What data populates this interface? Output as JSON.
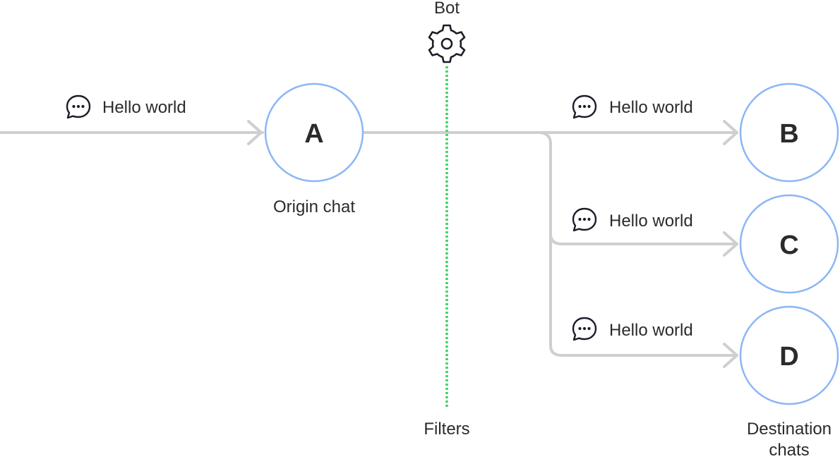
{
  "bot": {
    "label": "Bot",
    "icon": "gear-icon"
  },
  "filters": {
    "label": "Filters",
    "line_color": "#3fcf5f"
  },
  "origin": {
    "letter": "A",
    "caption": "Origin chat"
  },
  "destinations": [
    {
      "letter": "B",
      "message": "Hello world"
    },
    {
      "letter": "C",
      "message": "Hello world"
    },
    {
      "letter": "D",
      "message": "Hello world"
    }
  ],
  "incoming_message": {
    "text": "Hello world",
    "icon": "message-bubble-icon"
  },
  "destination_caption": [
    "Destination",
    "chats"
  ],
  "colors": {
    "node_border": "#8bb6f5",
    "edge": "#cfcfcf",
    "text": "#2b2b2b"
  }
}
